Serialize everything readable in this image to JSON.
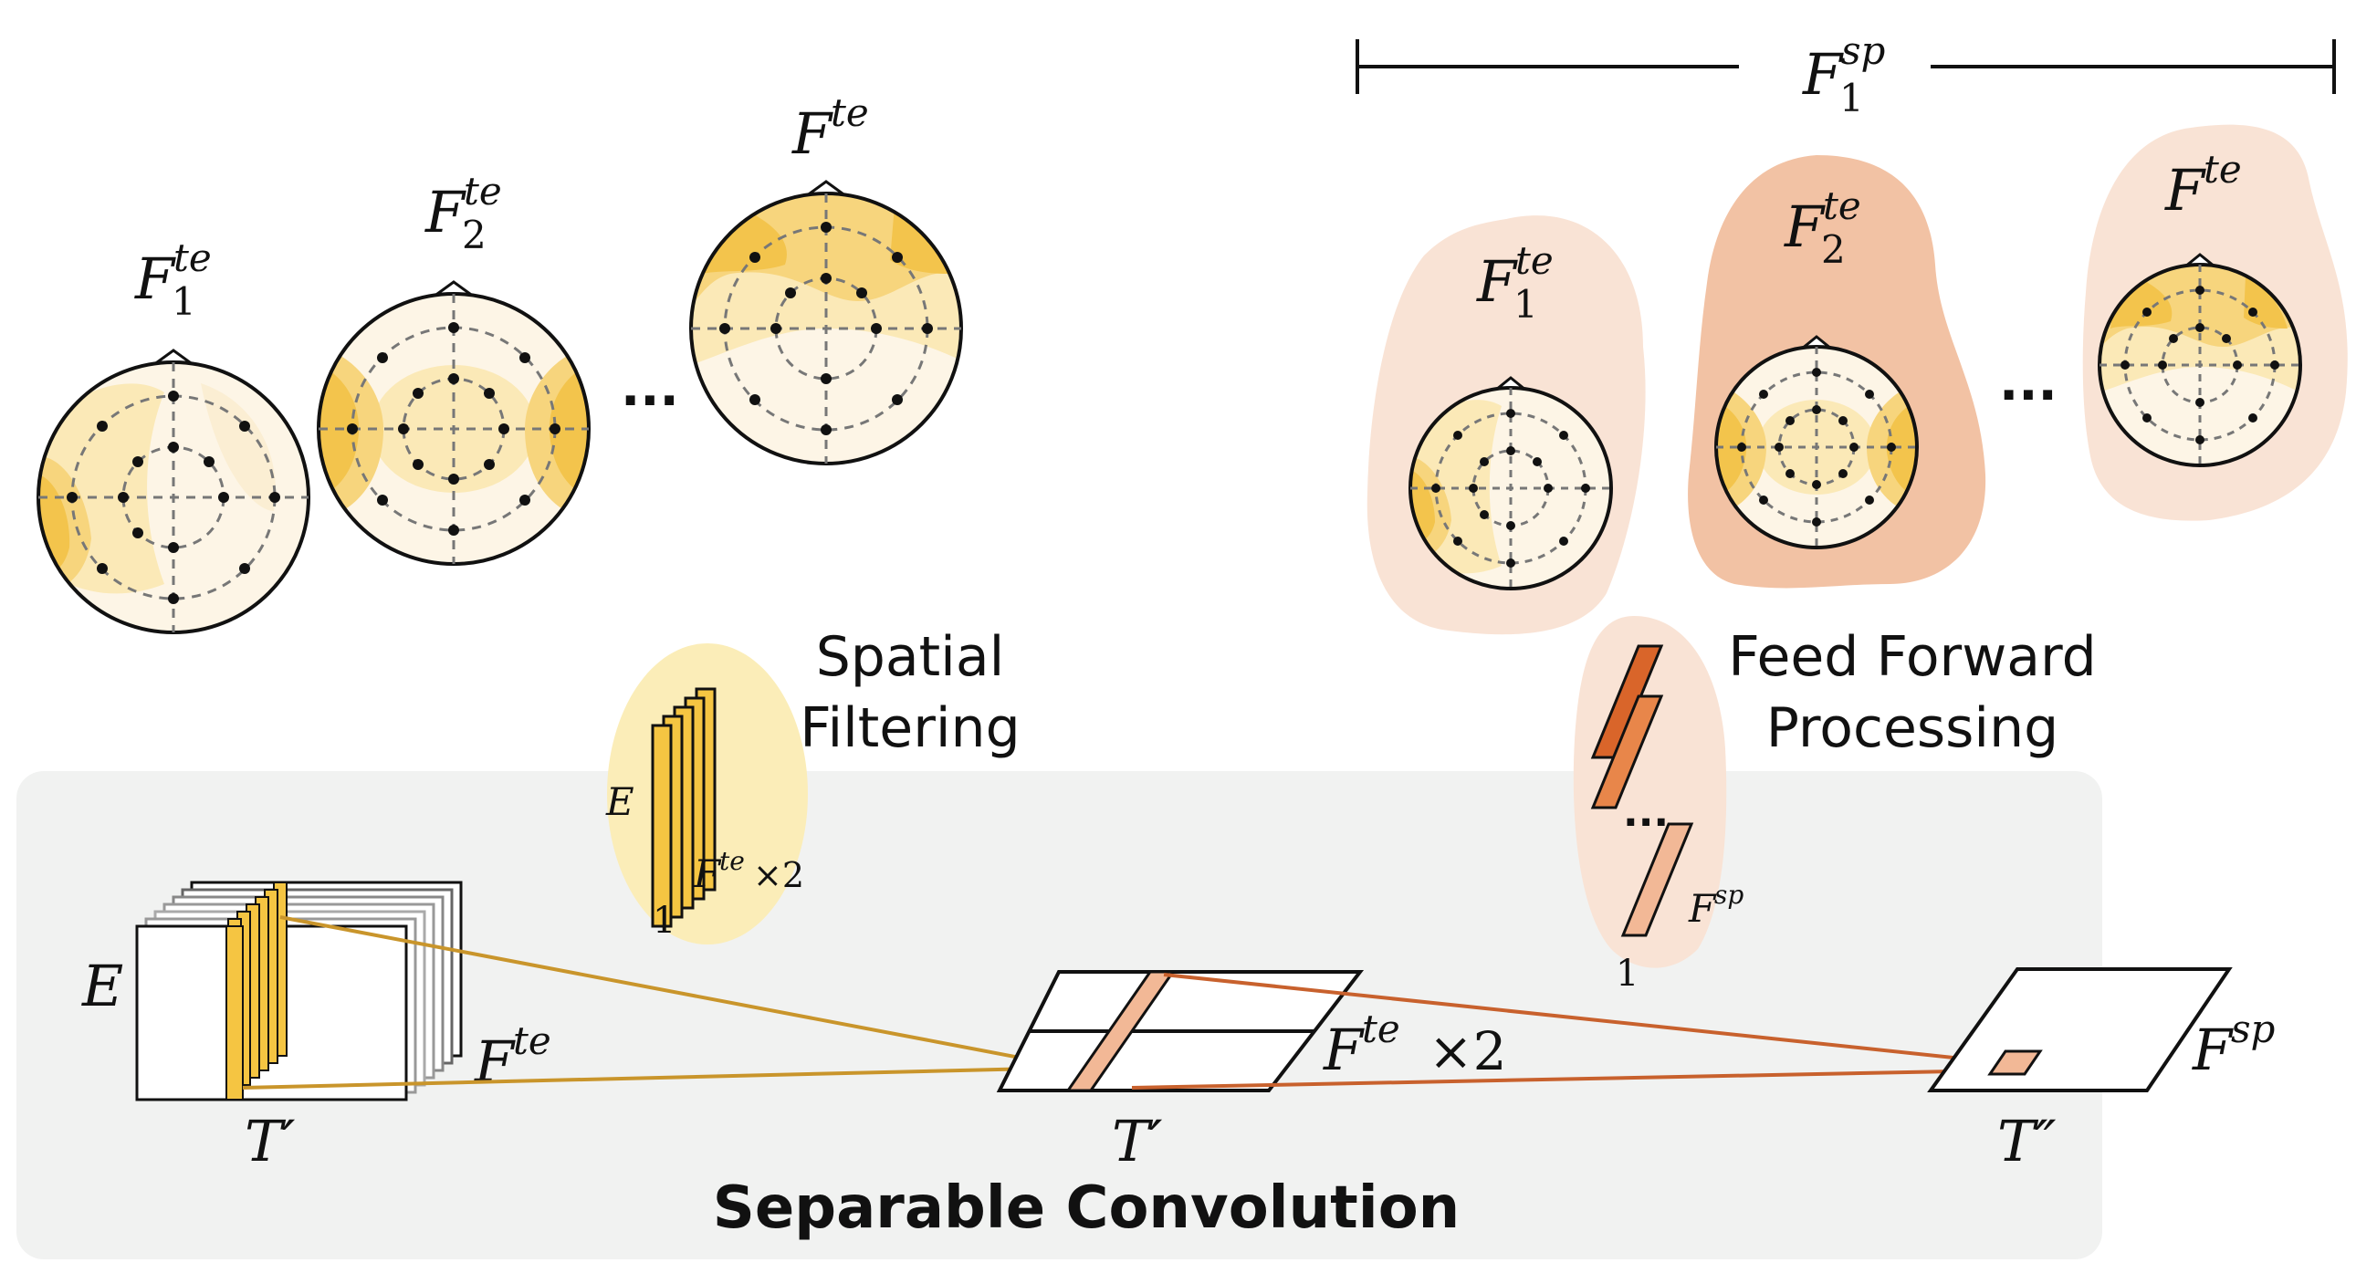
{
  "labels": {
    "f1_te": {
      "base": "F",
      "sup": "te",
      "sub": "1"
    },
    "f2_te": {
      "base": "F",
      "sup": "te",
      "sub": "2"
    },
    "f_te": {
      "base": "F",
      "sup": "te"
    },
    "f1_sp": {
      "base": "F",
      "sup": "sp",
      "sub": "1"
    },
    "ellipsis": "...",
    "spatial_filtering_line1": "Spatial",
    "spatial_filtering_line2": "Filtering",
    "feed_forward_line1": "Feed Forward",
    "feed_forward_line2": "Processing",
    "section_title": "Separable Convolution",
    "e_label": "E",
    "one_label": "1",
    "times2": "×2",
    "f_te_base": "F",
    "f_te_sup": "te",
    "f_sp_base": "F",
    "f_sp_sup": "sp",
    "t_prime": "T′",
    "t_double_prime": "T″"
  },
  "colors": {
    "panel_bg": "#f1f2f1",
    "yellow_accent": "#f5c542",
    "yellow_light": "#fbe9b7",
    "scalp_base": "#fdf5e6",
    "orange_light": "#f9e3d5",
    "orange_mid": "#f2b896",
    "orange_dark": "#d9652a",
    "line_gold": "#c9952b",
    "line_rust": "#c8612d"
  }
}
